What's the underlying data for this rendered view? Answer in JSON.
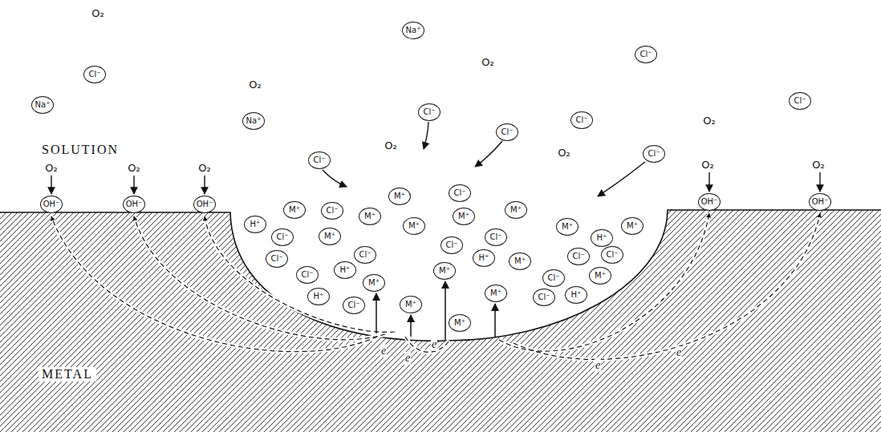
{
  "diagram": {
    "nodes": [
      {
        "text": [
          "Na⁺"
        ]
      },
      {
        "text": [
          "Cl⁻"
        ]
      },
      {
        "text": [
          "Cl⁻"
        ]
      },
      {
        "text": [
          "Cl⁻"
        ]
      },
      {
        "text": [
          "Na⁺"
        ]
      },
      {
        "text": [
          "Cl⁻"
        ]
      },
      {
        "text": [
          "Cl⁻"
        ]
      },
      {
        "text": [
          "Na⁺"
        ]
      },
      {
        "text": [
          "Cl⁻"
        ]
      },
      {
        "text": [
          "Cl⁻"
        ]
      },
      {
        "text": [
          "Cl⁻"
        ]
      },
      {
        "text": [
          "Cl⁻"
        ]
      },
      {
        "text": [
          "M⁺"
        ]
      },
      {
        "text": [
          "OH⁻"
        ]
      },
      {
        "text": [
          "OH⁻"
        ]
      },
      {
        "text": [
          "OH⁻"
        ]
      },
      {
        "text": [
          "OH⁻"
        ]
      },
      {
        "text": [
          "OH⁻"
        ]
      },
      {
        "text": [
          "M⁺"
        ]
      },
      {
        "text": [
          "Cl⁻"
        ]
      },
      {
        "text": [
          "M⁺"
        ]
      },
      {
        "text": [
          "M⁺"
        ]
      },
      {
        "text": [
          "M⁺"
        ]
      },
      {
        "text": [
          "H⁺"
        ]
      },
      {
        "text": [
          "M⁺"
        ]
      },
      {
        "text": [
          "M⁺"
        ]
      },
      {
        "text": [
          "M⁺"
        ]
      },
      {
        "text": [
          "M⁺"
        ]
      },
      {
        "text": [
          "Cl⁻"
        ]
      },
      {
        "text": [
          "Cl⁻"
        ]
      },
      {
        "text": [
          "H⁺"
        ]
      },
      {
        "text": [
          "Cl⁻"
        ]
      },
      {
        "text": [
          "Cl⁻"
        ]
      },
      {
        "text": [
          "Cl⁻"
        ]
      },
      {
        "text": [
          "Cl⁻"
        ]
      },
      {
        "text": [
          "H⁺"
        ]
      },
      {
        "text": [
          "Cl⁻"
        ]
      },
      {
        "text": [
          "M⁺"
        ]
      },
      {
        "text": [
          "H⁺"
        ]
      },
      {
        "text": [
          "M⁺"
        ]
      },
      {
        "text": [
          "Cl⁻"
        ]
      },
      {
        "text": [
          "M⁺"
        ]
      },
      {
        "text": [
          "Cl⁻"
        ]
      },
      {
        "text": [
          "M⁺"
        ]
      },
      {
        "text": [
          "M⁺"
        ]
      },
      {
        "text": [
          "H⁺"
        ]
      },
      {
        "text": [
          "Cl⁻"
        ]
      },
      {
        "text": [
          "H⁺"
        ]
      },
      {
        "text": [
          "M⁺"
        ]
      },
      {
        "text": [
          "Cl⁻"
        ]
      },
      {
        "text": [
          "M⁺"
        ]
      }
    ],
    "labels": [
      "O₂",
      "O₂",
      "O₂",
      "O₂",
      "O₂",
      "O₂",
      "SOLUTION",
      "O₂",
      "O₂",
      "O₂",
      "O₂",
      "O₂",
      "e",
      "e",
      "e",
      "e",
      "e",
      "METAL"
    ]
  }
}
